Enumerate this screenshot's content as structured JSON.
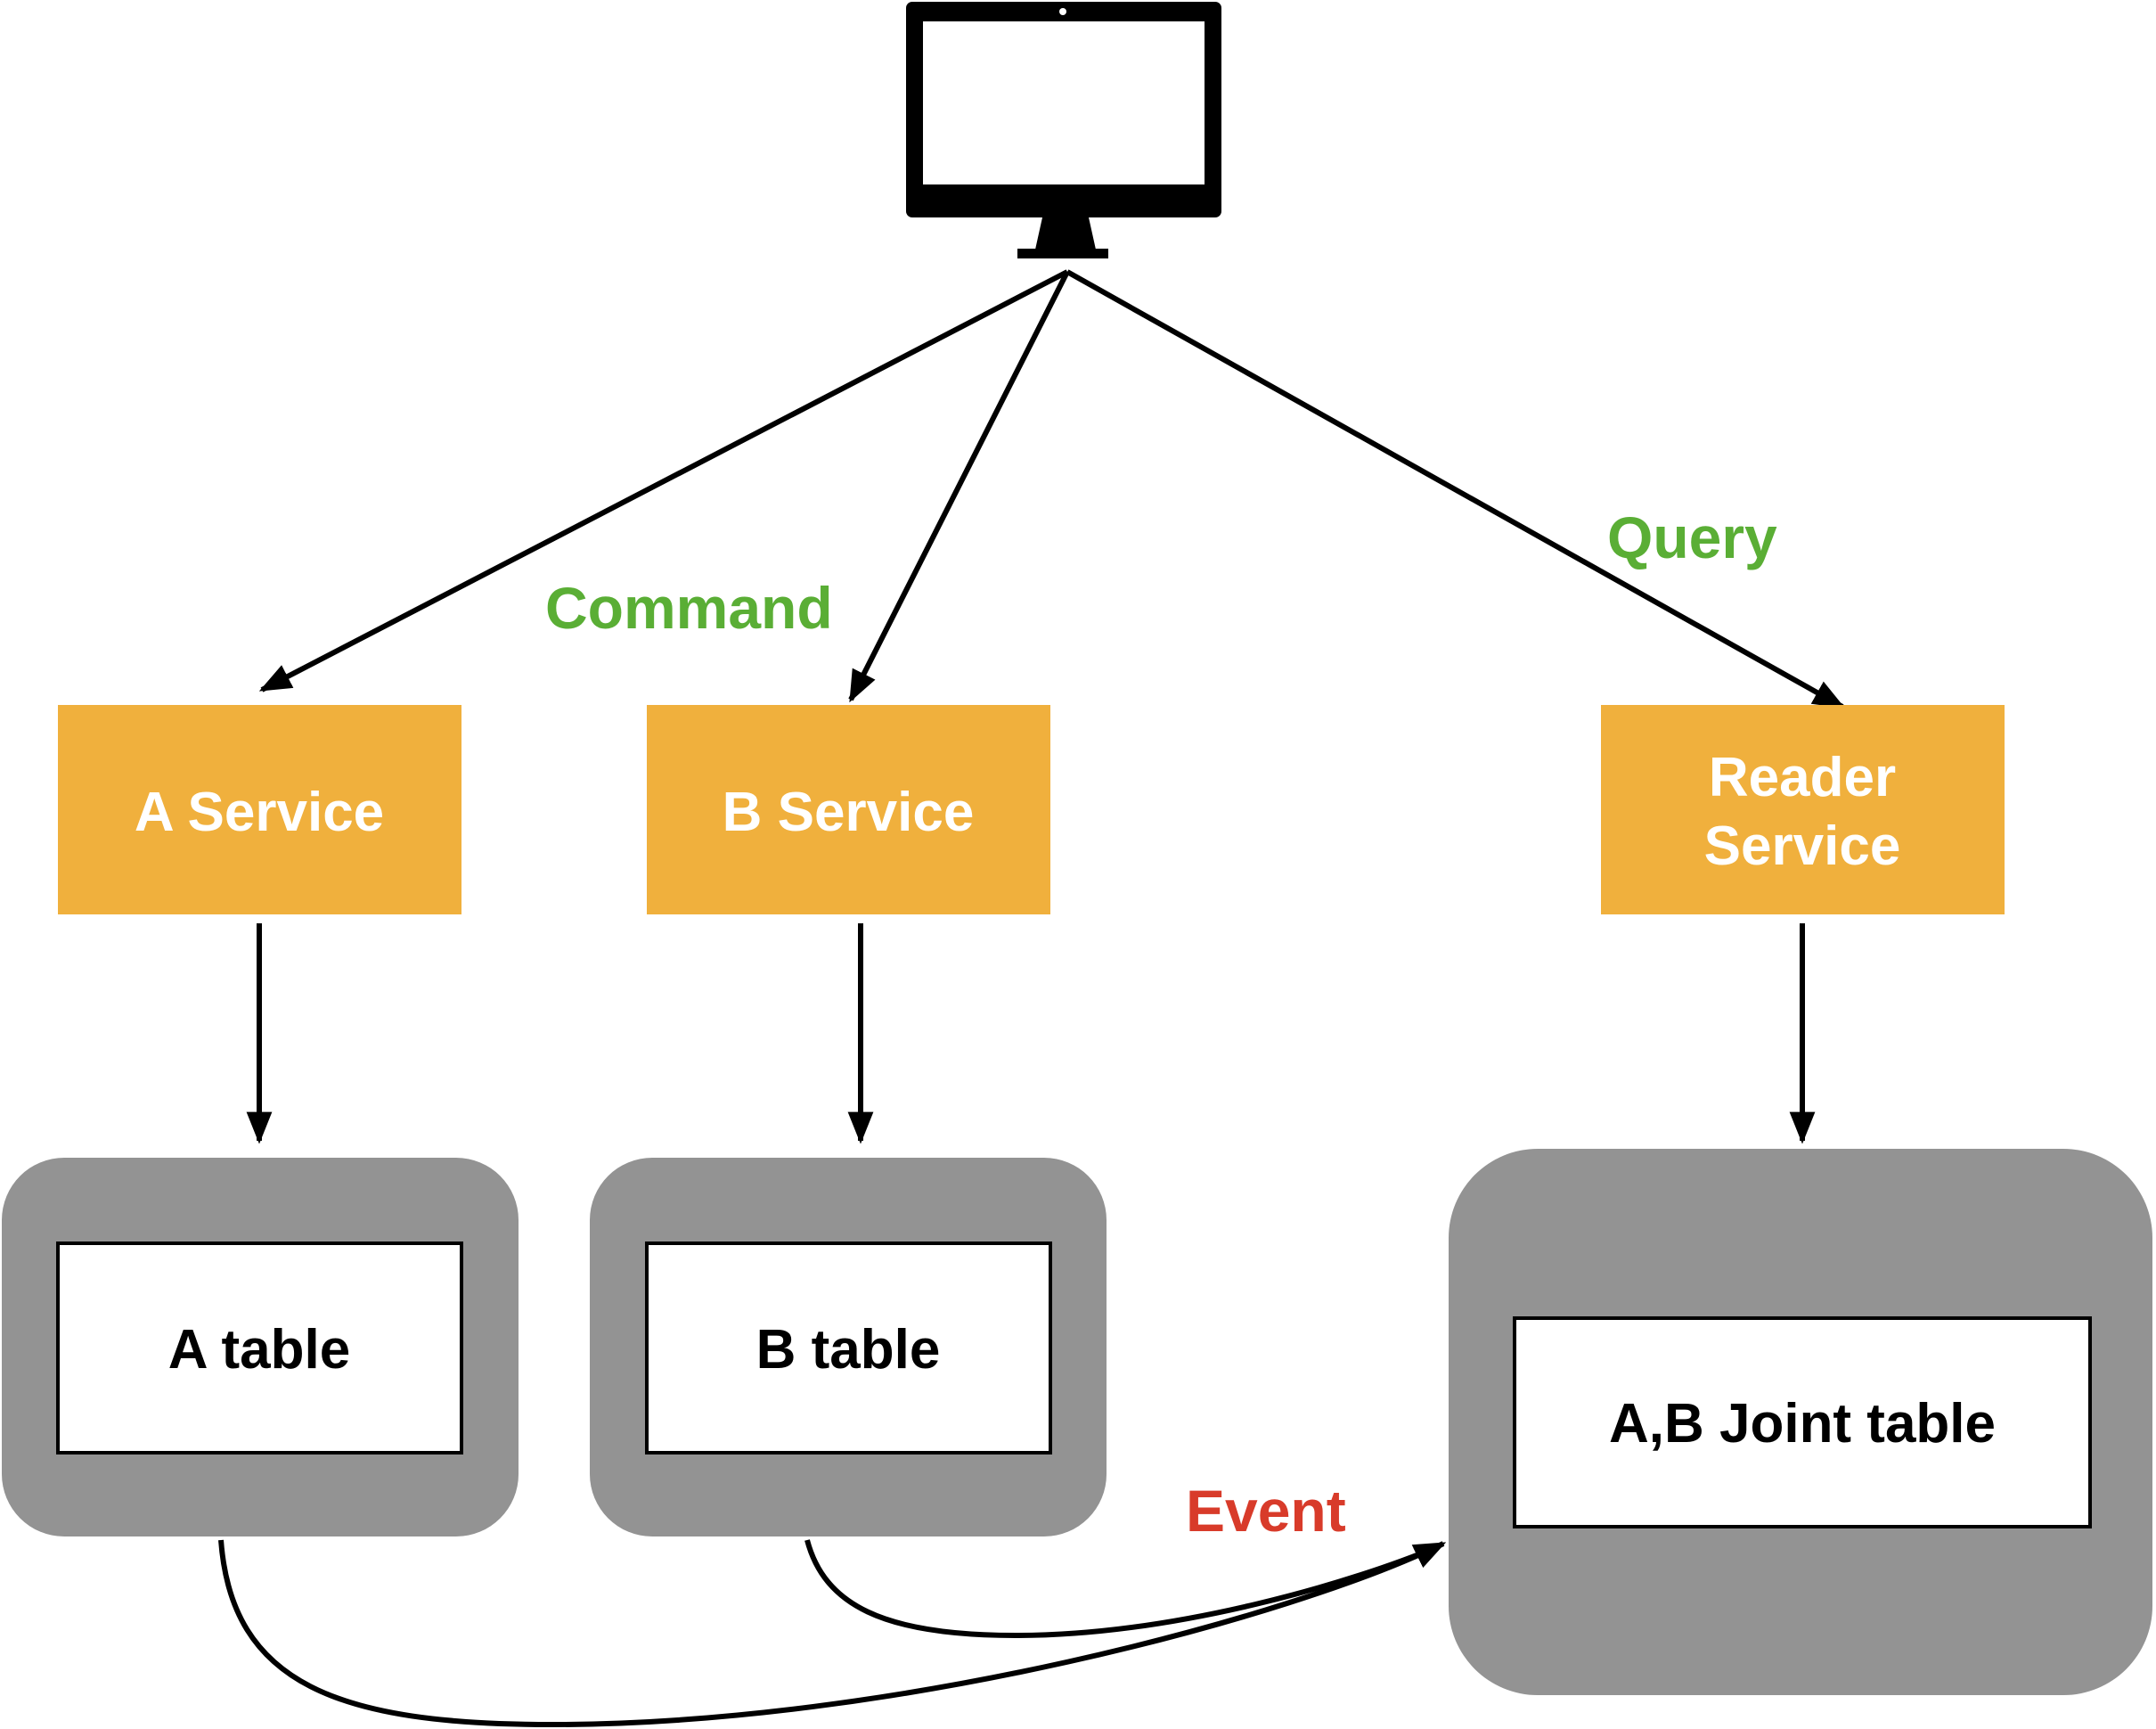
{
  "labels": {
    "command": "Command",
    "query": "Query",
    "event": "Event"
  },
  "services": {
    "a": "A Service",
    "b": "B Service",
    "reader_line1": "Reader",
    "reader_line2": "Service"
  },
  "tables": {
    "a": "A table",
    "b": "B table",
    "joint": "A,B Joint table"
  },
  "colors": {
    "service_fill": "#F0B03D",
    "db_fill": "#939393",
    "command_label": "#5AAE35",
    "query_label": "#5AAE35",
    "event_label": "#D83B2A",
    "stroke": "#000000"
  },
  "icons": {
    "client": "monitor-icon"
  }
}
